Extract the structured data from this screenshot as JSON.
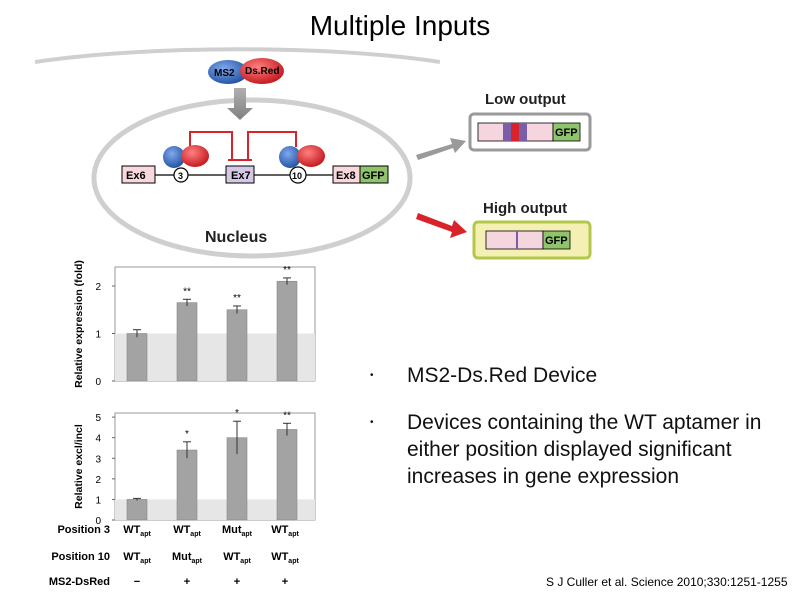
{
  "slide": {
    "title": "Multiple Inputs",
    "bullets": [
      "MS2-Ds.Red Device",
      "Devices containing the WT aptamer in either position displayed significant increases in gene expression"
    ],
    "citation": "S J Culler et al. Science 2010;330:1251-1255"
  },
  "diagram": {
    "ms2": "MS2",
    "dsred": "Ds.Red",
    "nucleus": "Nucleus",
    "ex6": "Ex6",
    "ex7": "Ex7",
    "ex8": "Ex8",
    "gfp": "GFP",
    "pos3": "3",
    "pos10": "10",
    "low_output": "Low output",
    "high_output": "High output",
    "colors": {
      "red": "#d8232a",
      "blue": "#2d62b5",
      "green": "#8fc36c",
      "highbox": "#f4f0b4",
      "lowbox": "#ffffff"
    }
  },
  "chart_data": [
    {
      "type": "bar",
      "ylabel": "Relative expression (fold)",
      "yticks": [
        0,
        1,
        2
      ],
      "ylim": [
        0,
        2.4
      ],
      "values": [
        1.0,
        1.65,
        1.5,
        2.1
      ],
      "errors": [
        0.08,
        0.07,
        0.08,
        0.07
      ],
      "annotations": [
        "",
        "**",
        "**",
        "**"
      ]
    },
    {
      "type": "bar",
      "ylabel": "Relative excl/incl",
      "yticks": [
        0,
        1,
        2,
        3,
        4,
        5
      ],
      "ylim": [
        0,
        5.2
      ],
      "values": [
        1.0,
        3.4,
        4.0,
        4.4
      ],
      "errors": [
        0.05,
        0.4,
        0.8,
        0.3
      ],
      "annotations": [
        "",
        "*",
        "*",
        "**"
      ]
    }
  ],
  "table": {
    "row_labels": [
      "Position 3",
      "Position 10",
      "MS2-DsRed"
    ],
    "position3": [
      {
        "main": "WT",
        "sub": "apt"
      },
      {
        "main": "WT",
        "sub": "apt"
      },
      {
        "main": "Mut",
        "sub": "apt"
      },
      {
        "main": "WT",
        "sub": "apt"
      }
    ],
    "position10": [
      {
        "main": "WT",
        "sub": "apt"
      },
      {
        "main": "Mut",
        "sub": "apt"
      },
      {
        "main": "WT",
        "sub": "apt"
      },
      {
        "main": "WT",
        "sub": "apt"
      }
    ],
    "ms2": [
      "−",
      "+",
      "+",
      "+"
    ]
  }
}
